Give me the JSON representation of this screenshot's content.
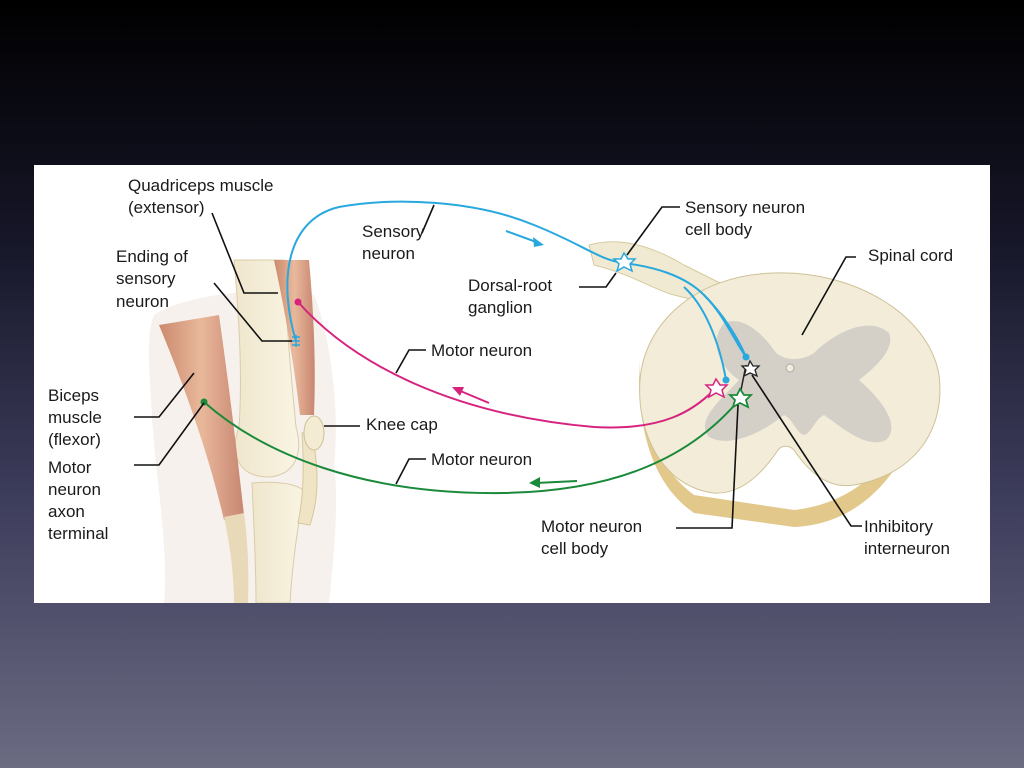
{
  "labels": {
    "quadriceps": [
      "Quadriceps muscle",
      "(extensor)"
    ],
    "ending": [
      "Ending of",
      "sensory",
      "neuron"
    ],
    "biceps": [
      "Biceps",
      "muscle",
      "(flexor)"
    ],
    "motor_terminal": [
      "Motor",
      "neuron",
      "axon",
      "terminal"
    ],
    "sensory_neuron": [
      "Sensory",
      "neuron"
    ],
    "sensory_cell_body": [
      "Sensory neuron",
      "cell body"
    ],
    "dorsal_root": [
      "Dorsal-root",
      "ganglion"
    ],
    "spinal_cord": [
      "Spinal cord"
    ],
    "motor_neuron_top": [
      "Motor neuron"
    ],
    "knee_cap": [
      "Knee cap"
    ],
    "motor_neuron_bottom": [
      "Motor neuron"
    ],
    "motor_cell_body": [
      "Motor neuron",
      "cell body"
    ],
    "inhibitory": [
      "Inhibitory",
      "interneuron"
    ]
  },
  "colors": {
    "sensory": "#29a8de",
    "motor_extensor": "#d6237e",
    "motor_flexor": "#1a8a3a",
    "interneuron": "#222222"
  }
}
